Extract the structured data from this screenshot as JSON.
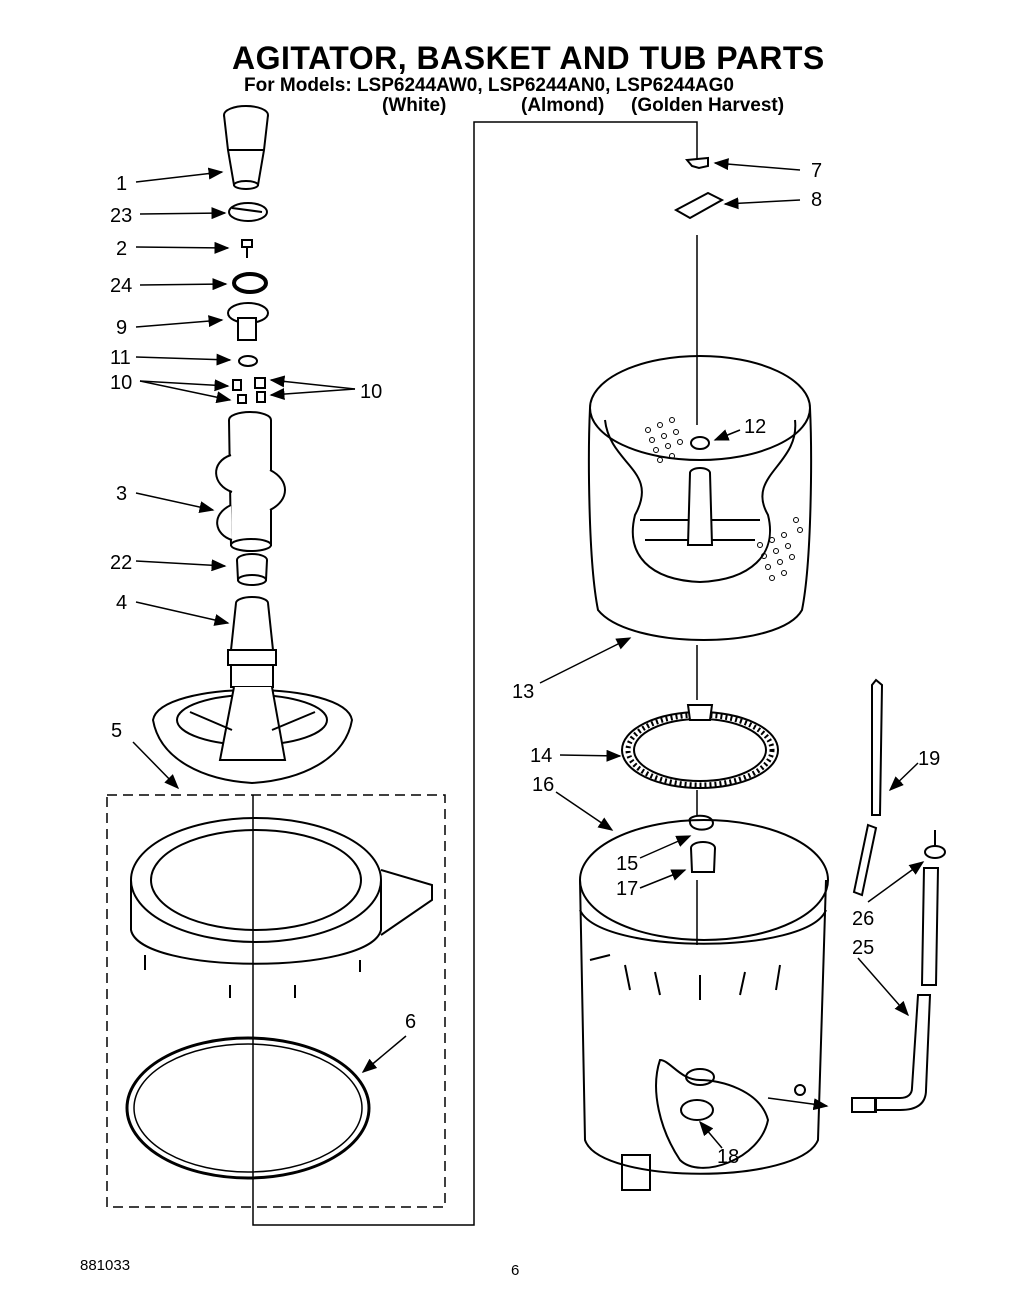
{
  "header": {
    "title": "AGITATOR, BASKET AND TUB PARTS",
    "models_line": "For Models: LSP6244AW0,  LSP6244AN0,  LSP6244AG0",
    "color_white": "(White)",
    "color_almond": "(Almond)",
    "color_golden": "(Golden Harvest)"
  },
  "callouts": {
    "c1": "1",
    "c23": "23",
    "c2": "2",
    "c24": "24",
    "c9": "9",
    "c11": "11",
    "c10a": "10",
    "c10b": "10",
    "c3": "3",
    "c22": "22",
    "c4": "4",
    "c5": "5",
    "c6": "6",
    "c7": "7",
    "c8": "8",
    "c12": "12",
    "c13": "13",
    "c14": "14",
    "c16": "16",
    "c15": "15",
    "c17": "17",
    "c19": "19",
    "c26": "26",
    "c25": "25",
    "c18": "18"
  },
  "footer": {
    "code": "881033",
    "page": "6"
  }
}
